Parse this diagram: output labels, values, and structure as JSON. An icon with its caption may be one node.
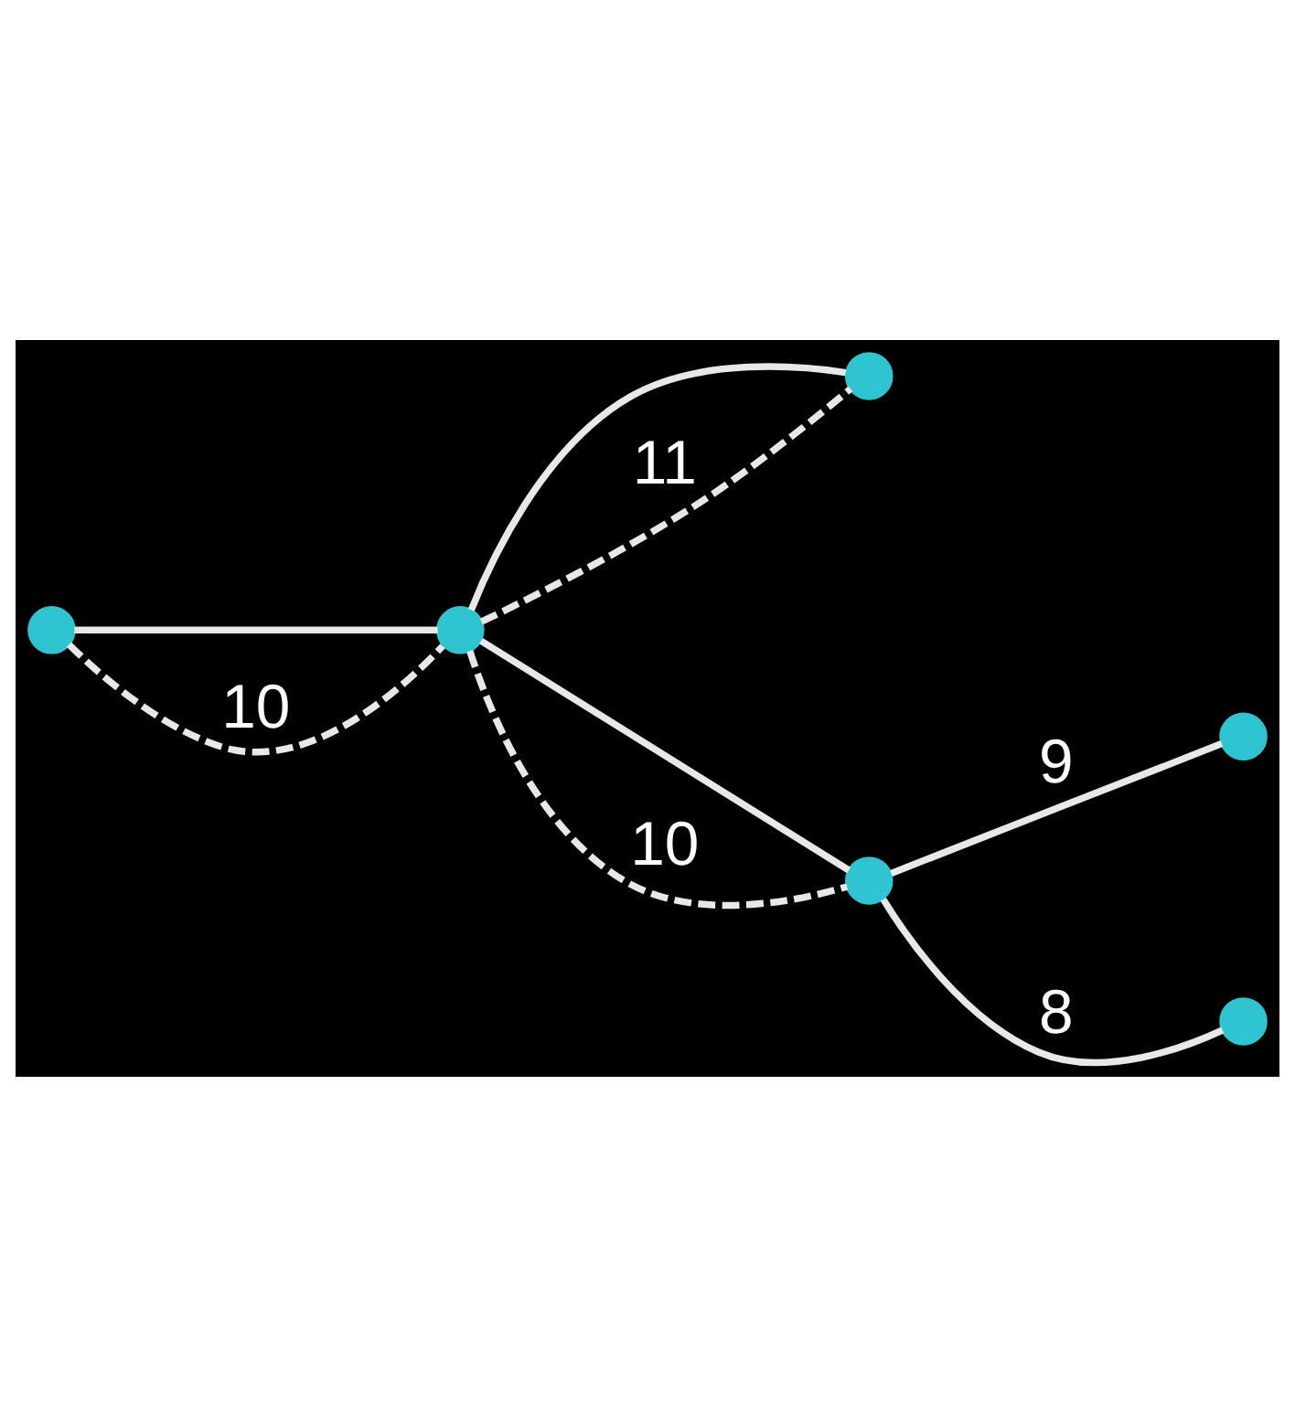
{
  "diagram": {
    "nodes": [
      {
        "text": [],
        "shape": "circle"
      },
      {
        "text": [],
        "shape": "circle"
      },
      {
        "text": [],
        "shape": "circle"
      },
      {
        "text": [],
        "shape": "circle"
      },
      {
        "text": [],
        "shape": "circle"
      },
      {
        "text": [],
        "shape": "circle"
      }
    ],
    "edges": [
      {
        "from": 3,
        "to": 1,
        "arrow": "none"
      },
      {
        "from": 3,
        "to": 1,
        "arrow": "none",
        "style": "dashed",
        "label": "10"
      },
      {
        "from": 1,
        "to": 0,
        "arrow": "none"
      },
      {
        "from": 1,
        "to": 0,
        "arrow": "none",
        "style": "dashed",
        "label": "11"
      },
      {
        "from": 1,
        "to": 4,
        "arrow": "none"
      },
      {
        "from": 1,
        "to": 4,
        "arrow": "none",
        "style": "dashed",
        "label": "10"
      },
      {
        "from": 4,
        "to": 2,
        "arrow": "none",
        "label": "9"
      },
      {
        "from": 4,
        "to": 5,
        "arrow": "none",
        "label": "8"
      }
    ]
  }
}
